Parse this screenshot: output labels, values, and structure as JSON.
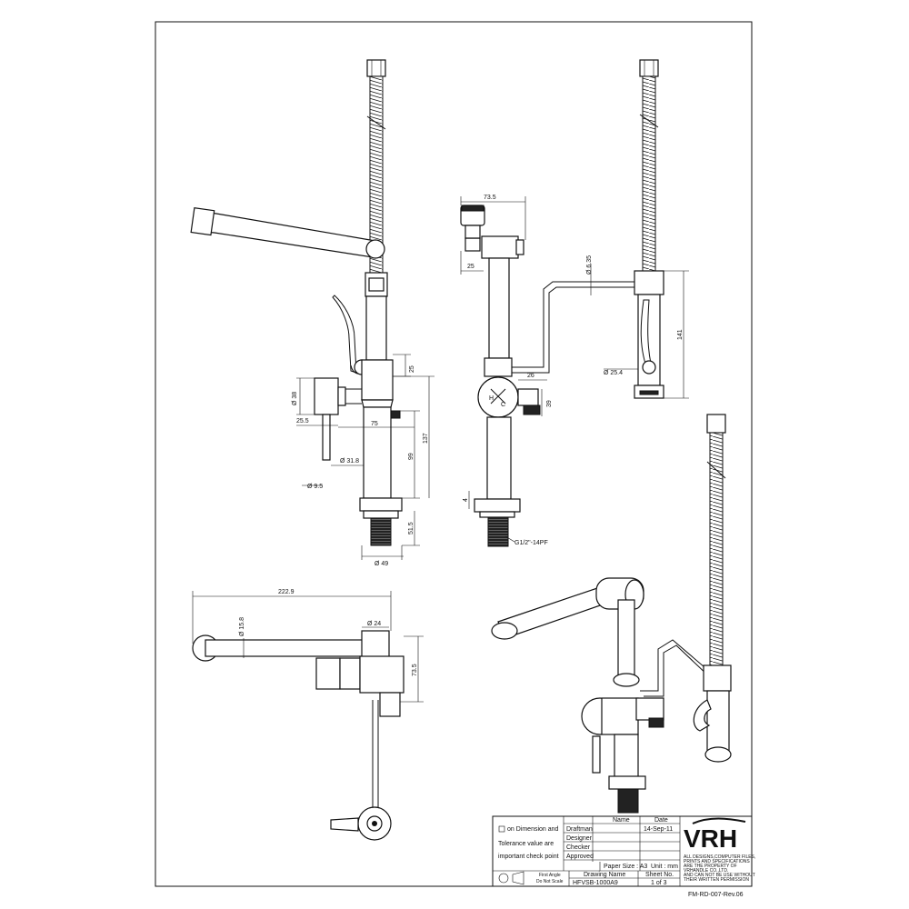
{
  "dimensions": {
    "side": {
      "d38": "Ø 38",
      "d25": "25",
      "d25_5": "25.5",
      "d75": "75",
      "d31_8": "Ø 31.8",
      "d9_5": "Ø 9.5",
      "d99": "99",
      "d137": "137",
      "d51_5": "51.5",
      "d49": "Ø 49"
    },
    "front": {
      "d73_5": "73.5",
      "d25": "25",
      "d6_35": "Ø 6.35",
      "d26": "26",
      "d39": "39",
      "d4": "4",
      "thread": "G1/2\"-14PF"
    },
    "hose": {
      "d141": "141",
      "d25_4": "Ø 25.4"
    },
    "top": {
      "d222_9": "222.9",
      "d15_8": "Ø 15.8",
      "d24": "Ø 24",
      "d73_5": "73.5"
    }
  },
  "title_block": {
    "note_line1": "on Dimension and",
    "note_line2": "Tolerance value are",
    "note_line3": "important check point",
    "col_name": "Name",
    "col_date": "Date",
    "row_draftman": "Draftman",
    "row_designer": "Designer",
    "row_checker": "Checker",
    "row_approved": "Approved",
    "date_value": "14-Sep-11",
    "paper_size": "Paper Size : A3",
    "unit": "Unit : mm",
    "drawing_name_label": "Drawing Name",
    "sheet_no_label": "Sheet No.",
    "drawing_name": "HFVSB-1000A9",
    "sheet_no": "1 of 3",
    "projection_line1": "First Angle",
    "projection_line2": "Do Not Scale",
    "logo": "VRH",
    "legal_line1": "ALL DESIGNS,COMPUTER FILES,",
    "legal_line2": "PRINTS AND SPECIFICATIONS",
    "legal_line3": "ARE THE PROPERTY OF",
    "legal_line4": "VRHANDLE CO.,LTD.",
    "legal_line5": "AND CAN NOT BE USE WITHOUT",
    "legal_line6": "THEIR WRITTEN PERMISSION",
    "form_code": "FM-RD-007-Rev.06"
  }
}
